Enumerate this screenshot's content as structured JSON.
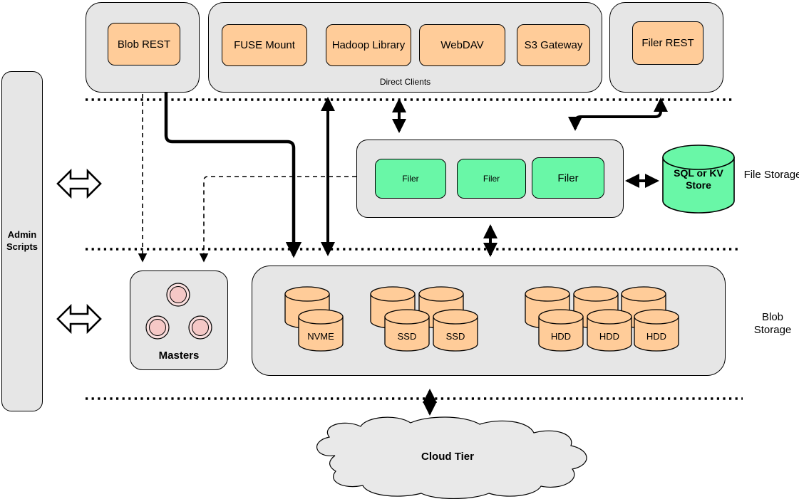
{
  "admin": {
    "label": "Admin Scripts"
  },
  "top_row": {
    "blob_rest": "Blob REST",
    "direct_clients": {
      "label": "Direct Clients",
      "clients": [
        "FUSE Mount",
        "Hadoop Library",
        "WebDAV",
        "S3 Gateway"
      ]
    },
    "filer_rest": "Filer REST"
  },
  "file_tier": {
    "filers": [
      "Filer",
      "Filer",
      "Filer"
    ],
    "store": "SQL or KV Store",
    "side_label": "File Storage"
  },
  "blob_tier": {
    "side_label": "Blob Storage",
    "masters": "Masters",
    "drives": {
      "nvme": "NVME",
      "ssd": [
        "SSD",
        "SSD"
      ],
      "hdd": [
        "HDD",
        "HDD",
        "HDD"
      ]
    }
  },
  "cloud": {
    "label": "Cloud Tier"
  },
  "colors": {
    "container_fill": "#E6E6E6",
    "client_box_fill": "#FFCC99",
    "filer_fill": "#69F7A7",
    "kv_store_fill": "#69F7A7",
    "master_node_outer_fill": "#FADFDE",
    "master_node_inner_fill": "#F5C8C6",
    "cloud_fill": "#E9E9E9",
    "line_color": "#000000"
  }
}
